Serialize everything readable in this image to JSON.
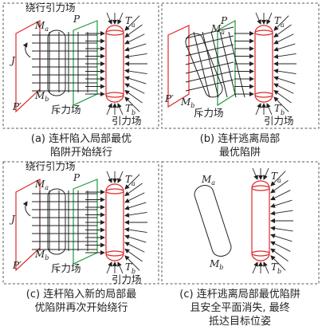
{
  "panels": [
    {
      "id": "a",
      "caption_line1": "(a) 连杆陷入局部最优",
      "caption_line2": "陷阱开始绕行",
      "top_label": "绕行引力场",
      "mid_label": "斥力场",
      "bottom_label": "引力场",
      "label_J": "J",
      "label_P": "P",
      "label_Pp": "P′",
      "label_Ma": "M",
      "sub_a": "a",
      "label_Mb": "M",
      "sub_b": "b",
      "label_Ta": "T",
      "label_Tb": "T"
    },
    {
      "id": "b",
      "caption_line1": "(b) 连杆逃离局部",
      "caption_line2": "最优陷阱",
      "mid_label": "斥力场",
      "bottom_label": "引力场",
      "label_P": "P",
      "label_Pp": "P′",
      "label_Ma": "M",
      "sub_a": "a",
      "label_Mb": "M",
      "sub_b": "b",
      "label_Ta": "T",
      "label_Tb": "T"
    },
    {
      "id": "c1",
      "caption_line1": "(c) 连杆陷入新的局部最",
      "caption_line2": "优陷阱再次开始绕行",
      "top_label": "绕行引力场",
      "mid_label": "斥力场",
      "bottom_label": "引力场",
      "label_J": "J",
      "label_P": "P",
      "label_Pp": "P′",
      "label_Ma": "M",
      "sub_a": "a",
      "label_Mb": "M",
      "sub_b": "b",
      "label_Ta": "T",
      "label_Tb": "T"
    },
    {
      "id": "c2",
      "caption_line1": "(c) 连杆逃离局部最优陷阱",
      "caption_line2": "且安全平面消失, 最终",
      "caption_line3": "抵达目标位姿",
      "label_Ma": "M",
      "sub_a": "a",
      "label_Mb": "M",
      "sub_b": "b",
      "label_Ta": "T",
      "label_Tb": "T"
    }
  ],
  "colors": {
    "target": "#e0282a",
    "safe_plane": "#1f9a3f",
    "link": "#222222"
  }
}
